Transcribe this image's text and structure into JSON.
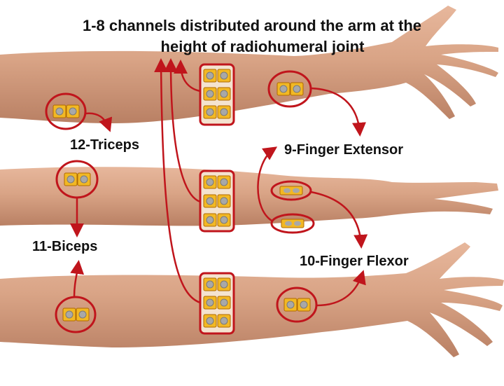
{
  "title": {
    "line1": "1-8 channels distributed around the arm at the",
    "line2": "height of radiohumeral joint"
  },
  "labels": {
    "triceps": "12-Triceps",
    "finger_extensor": "9-Finger Extensor",
    "biceps": "11-Biceps",
    "finger_flexor": "10-Finger Flexor"
  },
  "colors": {
    "skin": "#d9a486",
    "skin_shadow": "#b8806a",
    "electrode_fill": "#f2b824",
    "electrode_border": "#b06a00",
    "highlight": "#c0151c",
    "text": "#111111"
  }
}
